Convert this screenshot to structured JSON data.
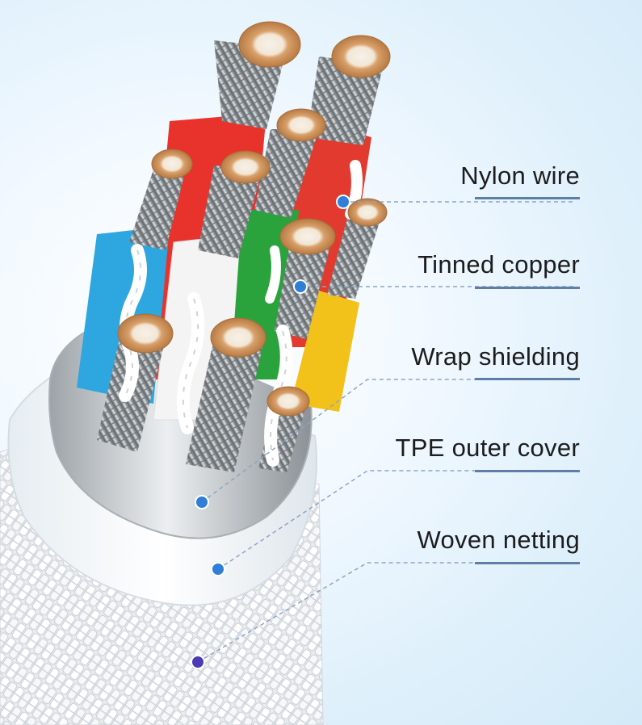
{
  "labels": {
    "nylon_wire": "Nylon wire",
    "tinned_copper": "Tinned copper",
    "wrap_shielding": "Wrap shielding",
    "tpe_outer_cover": "TPE outer cover",
    "woven_netting": "Woven netting"
  },
  "colors": {
    "background": "#dff0fb",
    "leader_line": "#8aa6c4",
    "marker_dot": "#2f7ed8",
    "underline": "#5f7ea6",
    "red_insulation": "#e8332c",
    "green_insulation": "#2aa33c",
    "blue_insulation": "#2ea6df",
    "yellow_insulation": "#f2c21a",
    "white_insulation": "#f4f4f4",
    "copper": "#d9a06a"
  }
}
